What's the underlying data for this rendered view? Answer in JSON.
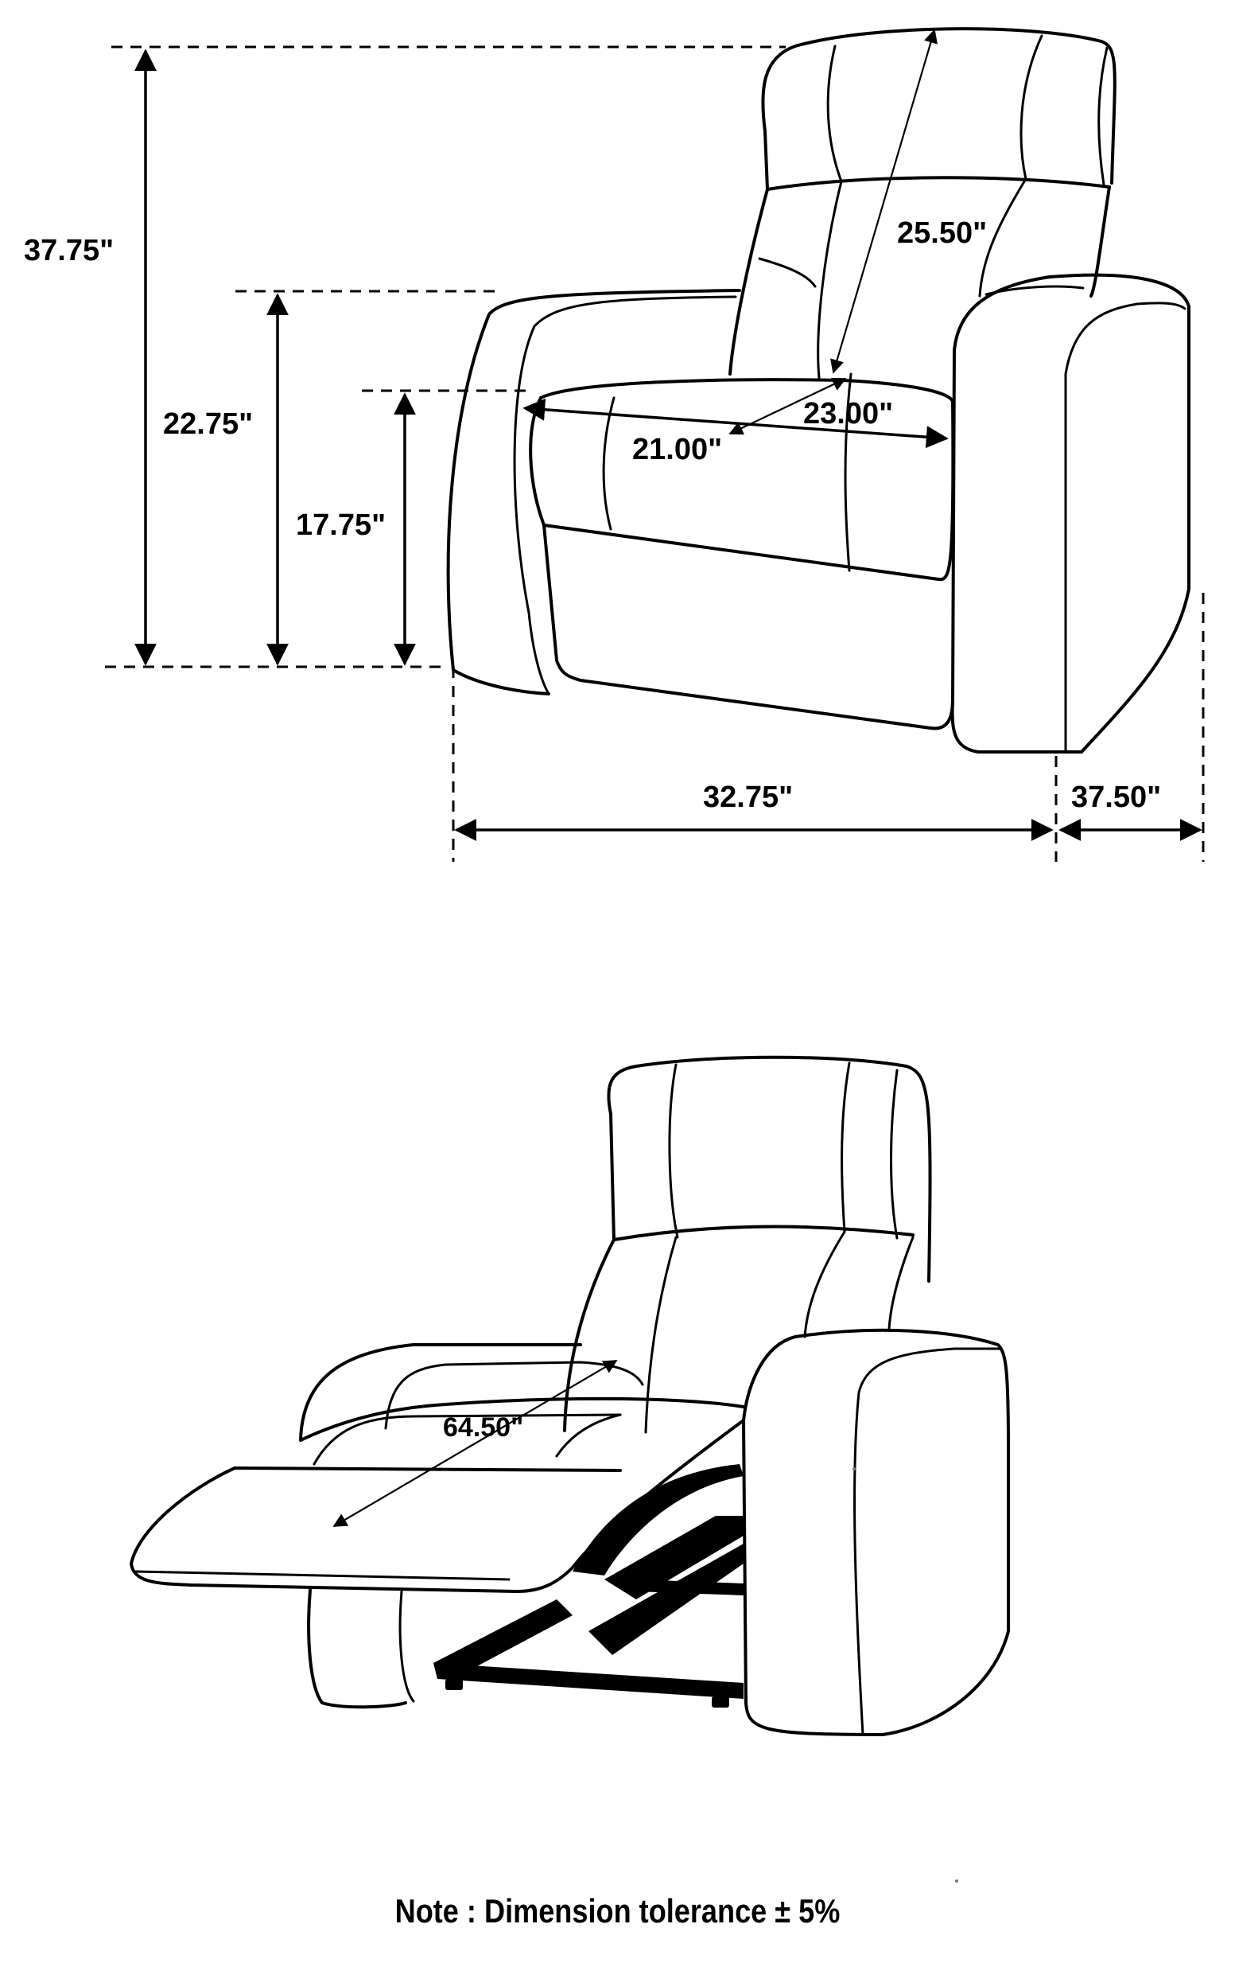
{
  "diagram": {
    "type": "furniture-dimension-drawing",
    "subject": "recliner chair",
    "views": [
      {
        "name": "upright-view",
        "dimensions": {
          "overall_height": "37.75\"",
          "arm_height": "22.75\"",
          "seat_height": "17.75\"",
          "back_height": "25.50\"",
          "seat_depth": "23.00\"",
          "seat_width": "21.00\"",
          "overall_width": "32.75\"",
          "overall_depth": "37.50\""
        }
      },
      {
        "name": "reclined-view",
        "dimensions": {
          "reclined_length": "64.50\""
        }
      }
    ],
    "note": "Note : Dimension tolerance ± 5%"
  },
  "colors": {
    "line": "#000000",
    "background": "#ffffff"
  }
}
